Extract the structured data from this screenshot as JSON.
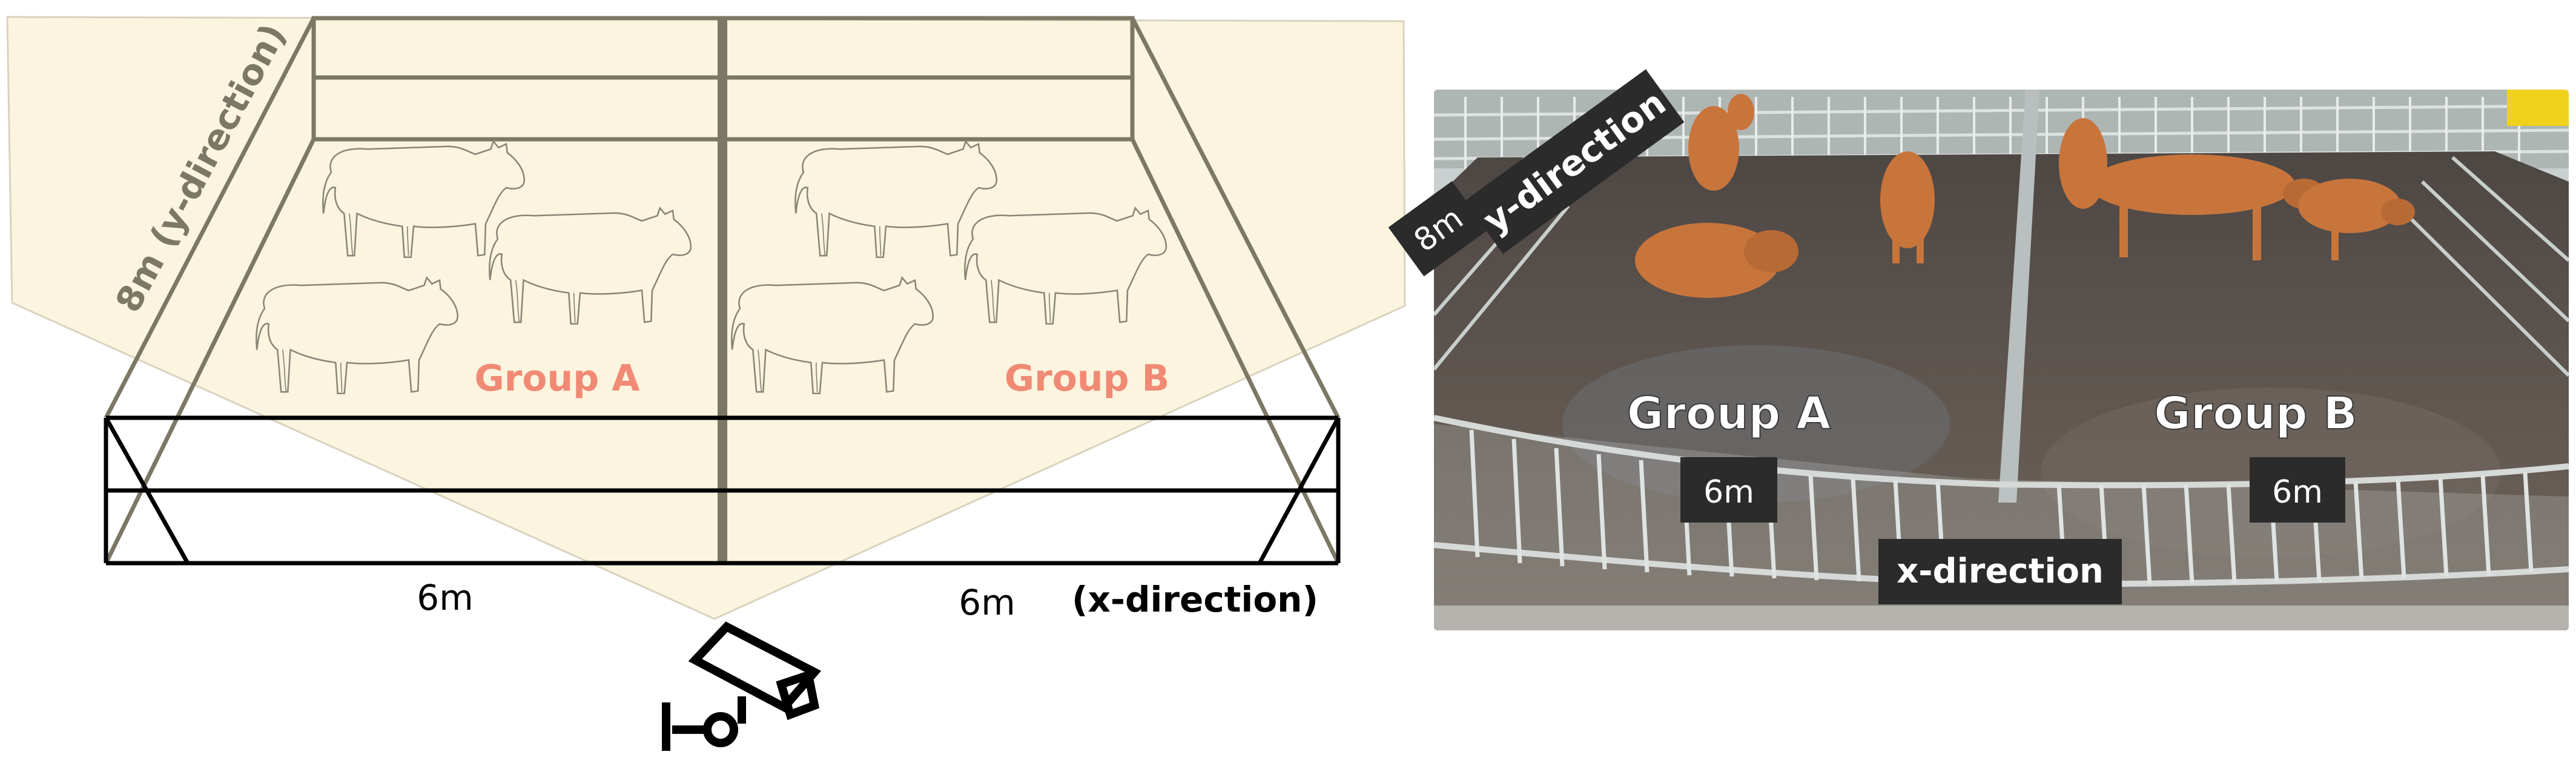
{
  "diagram": {
    "y_label": "8m  (y-direction)",
    "group_a": "Group A",
    "group_b": "Group B",
    "x_left_label": "6m",
    "x_right_label": "6m",
    "x_direction_label": "(x-direction)",
    "camera_icon": "cctv-camera-icon",
    "cow_icon": "cow-outline-icon",
    "colors": {
      "fov": "#fbf4df",
      "pen": "#7d7866",
      "group_text": "#f08a74",
      "frame": "#000000"
    }
  },
  "photo": {
    "y_dir_label": "y-direction",
    "y_len_label": "8m",
    "group_a": "Group A",
    "group_b": "Group B",
    "x_left_label": "6m",
    "x_right_label": "6m",
    "x_dir_label": "x-direction",
    "colors": {
      "ground": "#5f5650",
      "cattle": "#c8753c",
      "tag_bg": "#2b2b2b"
    }
  }
}
